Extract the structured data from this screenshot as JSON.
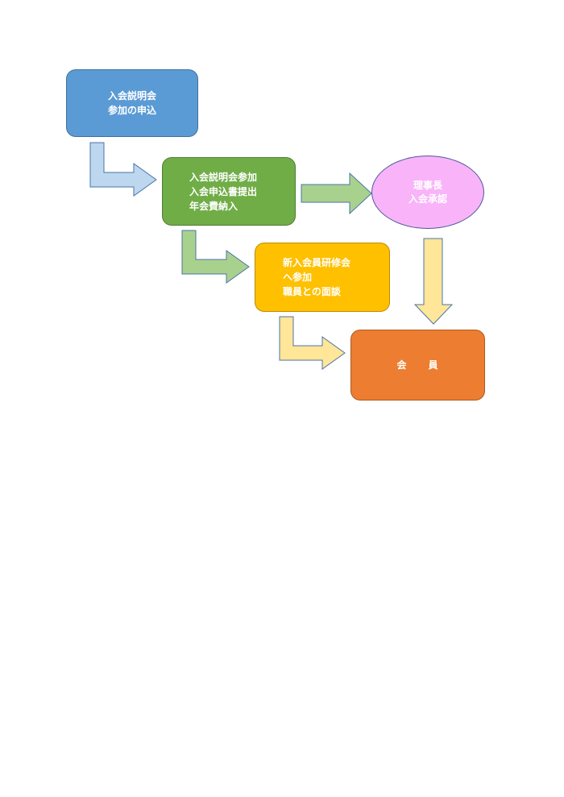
{
  "flowchart": {
    "step1": {
      "lines": [
        "入会説明会",
        "参加の申込"
      ]
    },
    "step2": {
      "lines": [
        "入会説明会参加",
        "入会申込書提出",
        "年会費納入"
      ]
    },
    "approval": {
      "lines": [
        "理事長",
        "入会承認"
      ]
    },
    "step3": {
      "lines": [
        "新入会員研修会",
        "へ参加",
        "職員との面談"
      ]
    },
    "member": {
      "label": "会　　員"
    }
  },
  "colors": {
    "blue": "#5b9bd5",
    "green": "#70ad47",
    "gold": "#ffc000",
    "orange": "#ed7d31",
    "pink": "#f9b3f9",
    "arrow_blue": "#bdd7ee",
    "arrow_green": "#a9d18e",
    "arrow_gold": "#ffe699"
  }
}
